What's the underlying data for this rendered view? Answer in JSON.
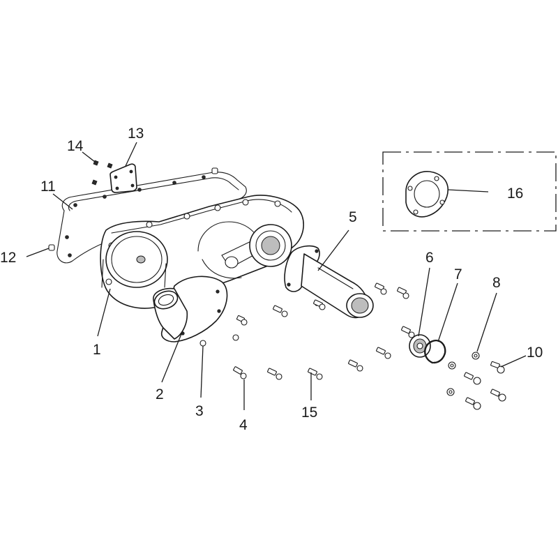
{
  "callouts": [
    {
      "id": "1",
      "label": "1"
    },
    {
      "id": "2",
      "label": "2"
    },
    {
      "id": "3",
      "label": "3"
    },
    {
      "id": "4",
      "label": "4"
    },
    {
      "id": "5",
      "label": "5"
    },
    {
      "id": "6",
      "label": "6"
    },
    {
      "id": "7",
      "label": "7"
    },
    {
      "id": "8",
      "label": "8"
    },
    {
      "id": "10",
      "label": "10"
    },
    {
      "id": "11",
      "label": "11"
    },
    {
      "id": "12",
      "label": "12"
    },
    {
      "id": "13",
      "label": "13"
    },
    {
      "id": "14",
      "label": "14"
    },
    {
      "id": "15",
      "label": "15"
    },
    {
      "id": "16",
      "label": "16"
    }
  ],
  "colors": {
    "line": "#1a1a1a",
    "background": "#ffffff"
  }
}
